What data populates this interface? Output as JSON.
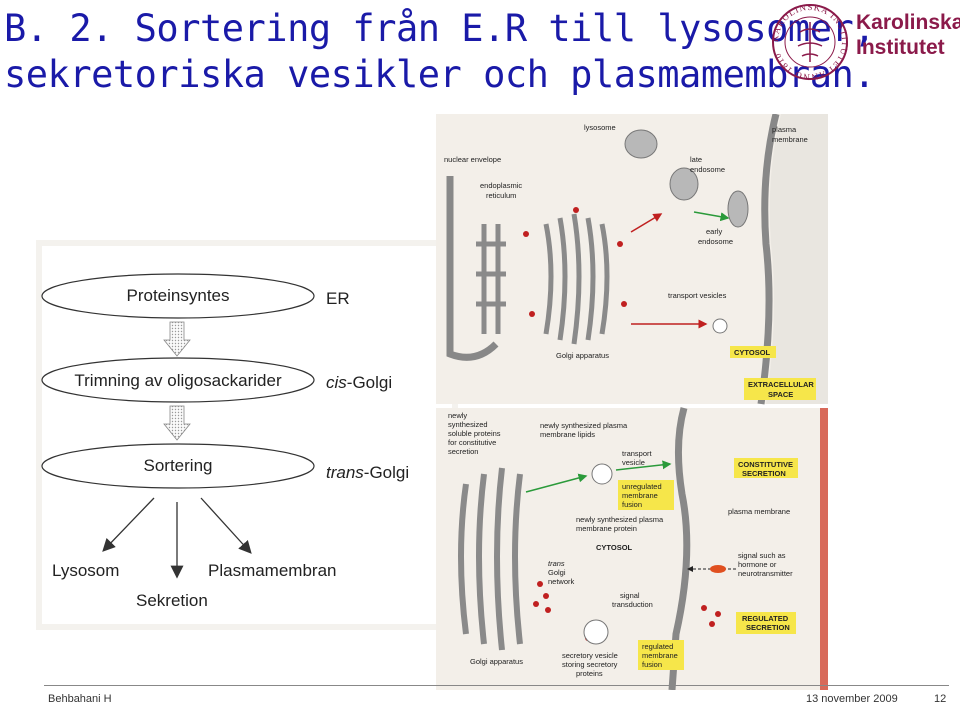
{
  "title": {
    "line1": "B. 2. Sortering från E.R till lysosomer,",
    "line2": "sekretoriska vesikler och plasmamembran."
  },
  "logo": {
    "seal_text": "KAROLINSKA INSTITUTET ANNO 1810",
    "name_line1": "Karolinska",
    "name_line2": "Institutet"
  },
  "flow": {
    "step1": "Proteinsyntes",
    "step1_loc": "ER",
    "step2": "Trimning av oligosackarider",
    "step2_loc_prefix": "cis",
    "step2_loc_suffix": "-Golgi",
    "step3": "Sortering",
    "step3_loc_prefix": "trans",
    "step3_loc_suffix": "-Golgi",
    "out_lysosome": "Lysosom",
    "out_secretion": "Sekretion",
    "out_membrane": "Plasmamembran"
  },
  "figure_top": {
    "lysosome": "lysosome",
    "plasma_membrane_1": "plasma",
    "plasma_membrane_2": "membrane",
    "nuclear_envelope": "nuclear envelope",
    "late_endosome_1": "late",
    "late_endosome_2": "endosome",
    "er_1": "endoplasmic",
    "er_2": "reticulum",
    "early_endosome_1": "early",
    "early_endosome_2": "endosome",
    "transport_vesicles": "transport vesicles",
    "golgi": "Golgi apparatus",
    "cytosol": "CYTOSOL",
    "extracellular_1": "EXTRACELLULAR",
    "extracellular_2": "SPACE"
  },
  "figure_bottom": {
    "soluble_1": "newly",
    "soluble_2": "synthesized",
    "soluble_3": "soluble proteins",
    "soluble_4": "for constitutive",
    "soluble_5": "secretion",
    "lipids_1": "newly synthesized plasma",
    "lipids_2": "membrane lipids",
    "transport_1": "transport",
    "transport_2": "vesicle",
    "unreg_1": "unregulated",
    "unreg_2": "membrane",
    "unreg_3": "fusion",
    "constitutive_1": "CONSTITUTIVE",
    "constitutive_2": "SECRETION",
    "mp_1": "newly synthesized plasma",
    "mp_2": "membrane protein",
    "plasma_membrane": "plasma membrane",
    "cytosol": "CYTOSOL",
    "trans_1": "trans",
    "trans_2": "Golgi",
    "trans_3": "network",
    "signal_1": "signal such as",
    "signal_2": "hormone or",
    "signal_3": "neurotransmitter",
    "transduction_1": "signal",
    "transduction_2": "transduction",
    "regulated_1": "REGULATED",
    "regulated_2": "SECRETION",
    "golgi": "Golgi apparatus",
    "sv_1": "secretory vesicle",
    "sv_2": "storing secretory",
    "sv_3": "proteins",
    "rmf_1": "regulated",
    "rmf_2": "membrane",
    "rmf_3": "fusion"
  },
  "footer": {
    "author": "Behbahani H",
    "date": "13 november 2009",
    "page": "12"
  },
  "colors": {
    "title": "#1a1aa8",
    "brand": "#8b1a4a",
    "label_box": "#f6e64a"
  }
}
